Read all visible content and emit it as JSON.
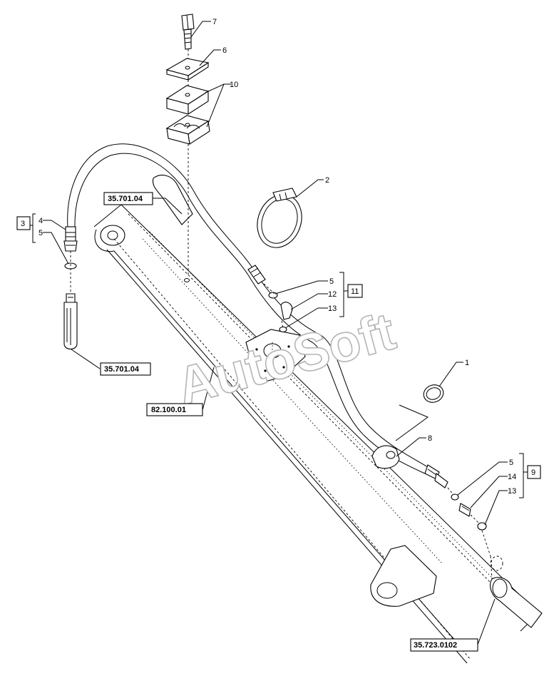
{
  "watermark": "AutoSoft",
  "reference_labels": {
    "ref_top_left": "35.701.04",
    "ref_bottom_left": "35.701.04",
    "ref_frame": "82.100.01",
    "ref_bottom_right": "35.723.0102"
  },
  "group_boxes": {
    "group_left": "3",
    "group_mid": "11",
    "group_right": "9"
  },
  "callouts": {
    "c7": "7",
    "c6": "6",
    "c10": "10",
    "c2": "2",
    "c4": "4",
    "c5_left": "5",
    "c5_mid": "5",
    "c12": "12",
    "c13_mid": "13",
    "c1": "1",
    "c8": "8",
    "c5_right": "5",
    "c14": "14",
    "c13_right": "13"
  },
  "icons": [
    "bolt-icon",
    "plate-icon",
    "clamp-block-icon",
    "hose-clamp-icon",
    "hose-icon",
    "fitting-icon",
    "seal-ring-icon",
    "boom-arm-icon"
  ]
}
